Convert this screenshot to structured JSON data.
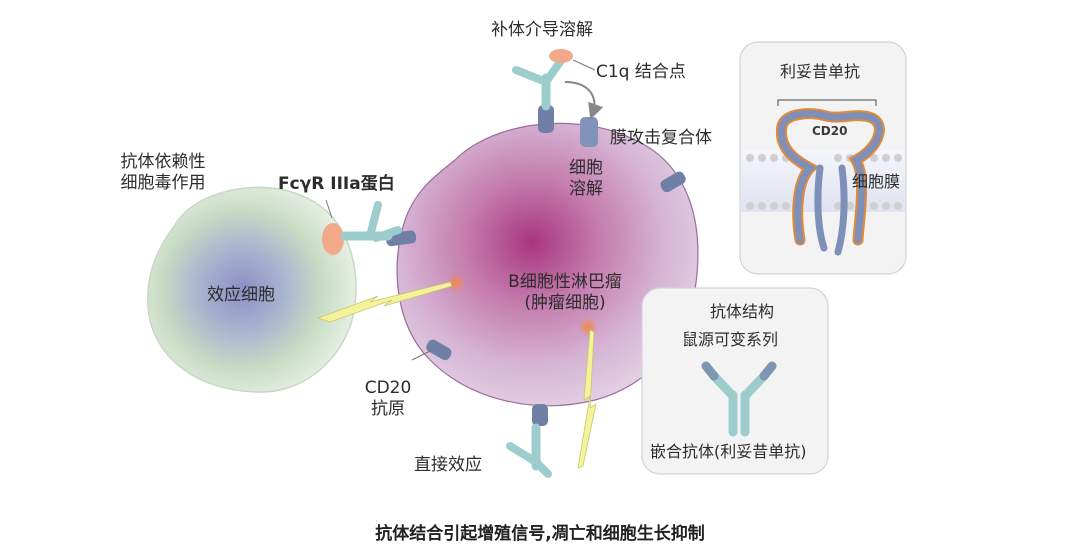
{
  "labels": {
    "complement_mediated_lysis": "补体介导溶解",
    "c1q_binding_site": "C1q 结合点",
    "membrane_attack_complex": "膜攻击复合体",
    "cell_lysis_line1": "细胞",
    "cell_lysis_line2": "溶解",
    "adcc_line1": "抗体依赖性",
    "adcc_line2": "细胞毒作用",
    "fcyr_protein": "FcγR IIIa蛋白",
    "effector_cell": "效应细胞",
    "tumor_cell_line1": "B细胞性淋巴瘤",
    "tumor_cell_line2": "(肿瘤细胞)",
    "cd20_antigen_line1": "CD20",
    "cd20_antigen_line2": "抗原",
    "direct_effect": "直接效应"
  },
  "panel_rituximab": {
    "title": "利妥昔单抗",
    "cd20_tag": "CD20",
    "membrane_label": "细胞膜"
  },
  "panel_structure": {
    "title": "抗体结构",
    "variable_label": "鼠源可变系列",
    "chimeric_label": "嵌合抗体(利妥昔单抗)"
  },
  "caption": "抗体结合引起增殖信号,凋亡和细胞生长抑制",
  "colors": {
    "tumor_core": "#a8357f",
    "tumor_edge": "#dcc3dc",
    "effector_core": "#8c8fc4",
    "effector_ring": "#d6e8d0",
    "antibody_constant": "#9ccccc",
    "antibody_variable": "#7e96b0",
    "receptor": "#f2a98a",
    "antigen": "#6f7fa6",
    "lightning": "#f4f29a",
    "cd20_outline": "#e08a3a"
  }
}
